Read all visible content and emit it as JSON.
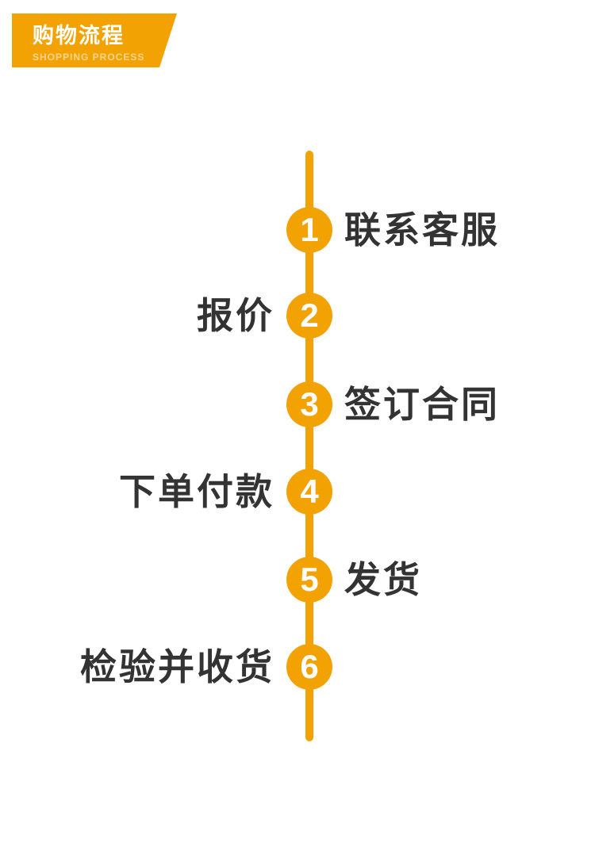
{
  "header": {
    "title": "购物流程",
    "subtitle": "SHOPPING PROCESS"
  },
  "colors": {
    "accent": "#F2A202",
    "label_text": "#333333",
    "badge_text": "#FFFFFF"
  },
  "timeline": {
    "steps": [
      {
        "number": "1",
        "label": "联系客服",
        "side": "right"
      },
      {
        "number": "2",
        "label": "报价",
        "side": "left"
      },
      {
        "number": "3",
        "label": "签订合同",
        "side": "right"
      },
      {
        "number": "4",
        "label": "下单付款",
        "side": "left"
      },
      {
        "number": "5",
        "label": "发货",
        "side": "right"
      },
      {
        "number": "6",
        "label": "检验并收货",
        "side": "left"
      }
    ]
  }
}
